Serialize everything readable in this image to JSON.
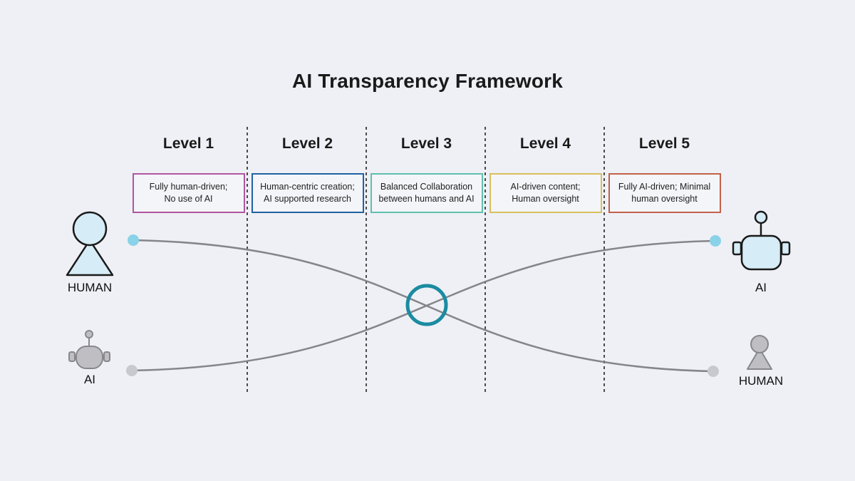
{
  "title": "AI Transparency Framework",
  "levels": [
    {
      "label": "Level 1",
      "line1": "Fully human-driven;",
      "line2": "No use of AI",
      "border_color": "#b1559e"
    },
    {
      "label": "Level 2",
      "line1": "Human-centric creation;",
      "line2": "AI supported research",
      "border_color": "#2161a1"
    },
    {
      "label": "Level 3",
      "line1": "Balanced Collaboration",
      "line2": "between humans and AI",
      "border_color": "#5fbfae"
    },
    {
      "label": "Level 4",
      "line1": "AI-driven content;",
      "line2": "Human oversight",
      "border_color": "#d9be5e"
    },
    {
      "label": "Level 5",
      "line1": "Fully AI-driven; Minimal",
      "line2": "human oversight",
      "border_color": "#c2604a"
    }
  ],
  "figures": {
    "left_top_label": "HUMAN",
    "left_bottom_label": "AI",
    "right_top_label": "AI",
    "right_bottom_label": "HUMAN"
  },
  "colors": {
    "background": "#eef0f5",
    "curve_gray": "#85858a",
    "teal_ring": "#1b8ba1",
    "dot_blue": "#8ad2e8",
    "dot_gray": "#c9c9cd",
    "figure_blue_fill": "#d6ecf6",
    "figure_gray_fill": "#bfbfc3",
    "figure_dark_outline": "#1a1a1a",
    "figure_gray_outline": "#88888c"
  }
}
